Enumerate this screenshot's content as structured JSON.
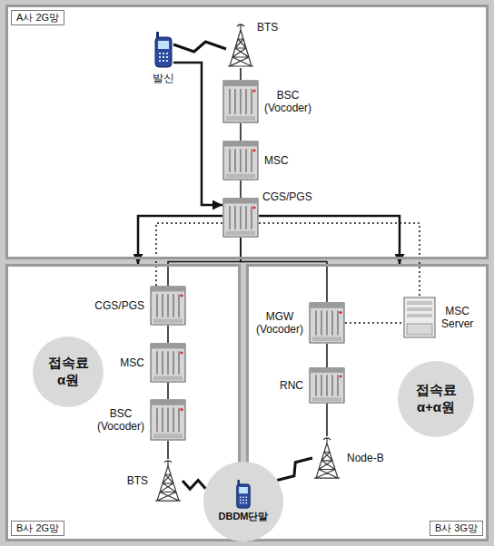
{
  "diagram": {
    "nodes": [
      {
        "text": [
          "A사 2G망"
        ]
      },
      {
        "text": [
          "발신"
        ],
        "in": 0
      },
      {
        "text": [
          "BTS"
        ],
        "in": 0
      },
      {
        "text": [
          "BSC (Vocoder)"
        ],
        "in": 0
      },
      {
        "text": [
          "MSC"
        ],
        "in": 0
      },
      {
        "text": [
          "CGS/PGS"
        ],
        "in": 0
      },
      {
        "text": [
          "B사 2G망"
        ]
      },
      {
        "text": [
          "CGS/PGS"
        ],
        "in": 6
      },
      {
        "text": [
          "접속료 α원"
        ],
        "in": 6
      },
      {
        "text": [
          "MSC"
        ],
        "in": 6
      },
      {
        "text": [
          "BSC (Vocoder)"
        ],
        "in": 6
      },
      {
        "text": [
          "BTS"
        ],
        "in": 6
      },
      {
        "text": [
          "B사 3G망"
        ]
      },
      {
        "text": [
          "MGW (Vocoder)"
        ],
        "in": 12
      },
      {
        "text": [
          "MSC Server"
        ],
        "in": 12
      },
      {
        "text": [
          "접속료 α+α원"
        ],
        "in": 12
      },
      {
        "text": [
          "RNC"
        ],
        "in": 12
      },
      {
        "text": [
          "Node-B"
        ],
        "in": 12
      },
      {
        "text": [
          "DBDM단말"
        ]
      }
    ],
    "edges": [
      {
        "from": 1,
        "to": 2,
        "arrow": "none"
      },
      {
        "from": 2,
        "to": 3,
        "arrow": "none"
      },
      {
        "from": 3,
        "to": 4,
        "arrow": "none"
      },
      {
        "from": 4,
        "to": 5,
        "arrow": "none"
      },
      {
        "from": 1,
        "to": 5,
        "arrow": "to"
      },
      {
        "from": 5,
        "to": 6,
        "arrow": "to"
      },
      {
        "from": 5,
        "to": 12,
        "arrow": "to"
      },
      {
        "from": 5,
        "to": 7,
        "arrow": "none"
      },
      {
        "from": 5,
        "to": 13,
        "arrow": "none"
      },
      {
        "from": 5,
        "to": 7,
        "arrow": "none"
      },
      {
        "from": 5,
        "to": 14,
        "arrow": "none"
      },
      {
        "from": 13,
        "to": 14,
        "arrow": "none"
      },
      {
        "from": 7,
        "to": 9,
        "arrow": "none"
      },
      {
        "from": 9,
        "to": 10,
        "arrow": "none"
      },
      {
        "from": 10,
        "to": 11,
        "arrow": "none"
      },
      {
        "from": 13,
        "to": 16,
        "arrow": "none"
      },
      {
        "from": 16,
        "to": 17,
        "arrow": "none"
      },
      {
        "from": 11,
        "to": 18,
        "arrow": "none"
      },
      {
        "from": 17,
        "to": 18,
        "arrow": "none"
      }
    ]
  }
}
